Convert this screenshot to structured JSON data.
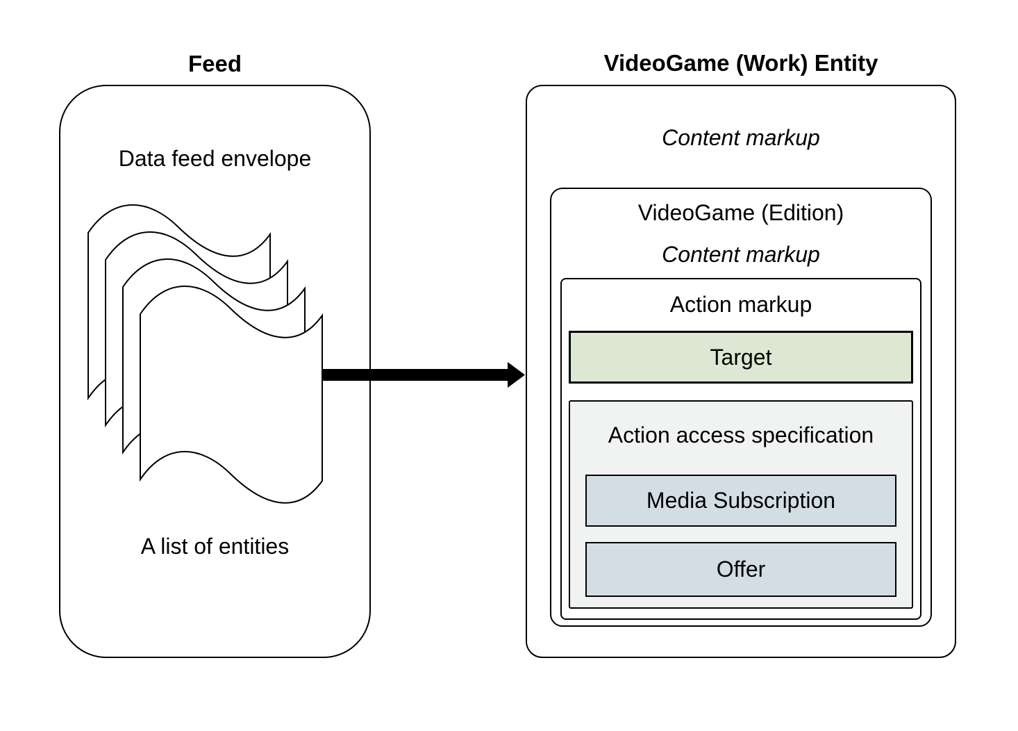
{
  "diagram": {
    "feed": {
      "title": "Feed",
      "envelope_label": "Data feed envelope",
      "entities_label": "A list of entities",
      "icon": "stacked-wavy-documents-icon"
    },
    "arrow": {
      "icon": "right-arrow-icon",
      "meaning": "feed flows into entity"
    },
    "entity": {
      "title": "VideoGame (Work) Entity",
      "content_markup_label": "Content markup",
      "edition": {
        "title": "VideoGame (Edition)",
        "content_markup_label": "Content markup",
        "action": {
          "title": "Action markup",
          "target_label": "Target",
          "access": {
            "title": "Action access specification",
            "items": [
              "Media Subscription",
              "Offer"
            ]
          }
        }
      }
    },
    "colors": {
      "target_fill": "#dce8d3",
      "access_item_fill": "#d3dee4",
      "access_fill": "#f1f2f2",
      "line": "#000000"
    }
  }
}
